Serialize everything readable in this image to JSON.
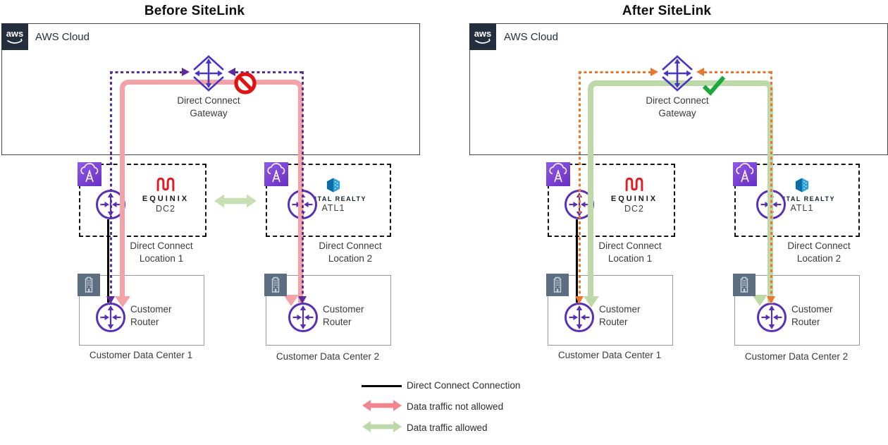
{
  "colors": {
    "purple_dotted": "#5B2D9B",
    "orange_dotted": "#E9772E",
    "pink_traffic": "#F3A2A7",
    "green_traffic": "#BDD9A9",
    "black_connection": "#000000",
    "prohibited_red": "#E11212",
    "check_green": "#1CA83C",
    "aws_dark": "#232F3E",
    "router_purple": "#5A2FB8",
    "gateway_purple": "#4636C3",
    "dx_icon_purple": "#7A42CE",
    "building_gray": "#5D6E83",
    "equinix_red": "#E31B23",
    "digital_realty_blue": "#2BA2DC"
  },
  "before": {
    "title": "Before SiteLink",
    "aws_logo": "aws",
    "aws_cloud_label": "AWS Cloud",
    "gateway": {
      "line1": "Direct Connect",
      "line2": "Gateway"
    },
    "location1": {
      "brand": "EQUINIX",
      "site": "DC2",
      "label_line1": "Direct Connect",
      "label_line2": "Location 1"
    },
    "location2": {
      "brand": "DIGITAL REALTY",
      "site": "ATL1",
      "label_line1": "Direct Connect",
      "label_line2": "Location 2"
    },
    "datacenter1": {
      "router_line1": "Customer",
      "router_line2": "Router",
      "label": "Customer Data Center 1"
    },
    "datacenter2": {
      "router_line1": "Customer",
      "router_line2": "Router",
      "label": "Customer Data Center 2"
    }
  },
  "after": {
    "title": "After SiteLink",
    "aws_logo": "aws",
    "aws_cloud_label": "AWS Cloud",
    "gateway": {
      "line1": "Direct Connect",
      "line2": "Gateway"
    },
    "location1": {
      "brand": "EQUINIX",
      "site": "DC2",
      "label_line1": "Direct Connect",
      "label_line2": "Location 1"
    },
    "location2": {
      "brand": "DIGITAL REALTY",
      "site": "ATL1",
      "label_line1": "Direct Connect",
      "label_line2": "Location 2"
    },
    "datacenter1": {
      "router_line1": "Customer",
      "router_line2": "Router",
      "label": "Customer Data Center 1"
    },
    "datacenter2": {
      "router_line1": "Customer",
      "router_line2": "Router",
      "label": "Customer Data Center 2"
    }
  },
  "legend": {
    "items": [
      {
        "label": "Direct Connect Connection",
        "swatch": "black-line",
        "color": "#000000"
      },
      {
        "label": "Data traffic not allowed",
        "swatch": "pink-double-arrow",
        "color": "#F0868F"
      },
      {
        "label": "Data traffic allowed",
        "swatch": "green-double-arrow",
        "color": "#BDD9A9"
      }
    ]
  }
}
